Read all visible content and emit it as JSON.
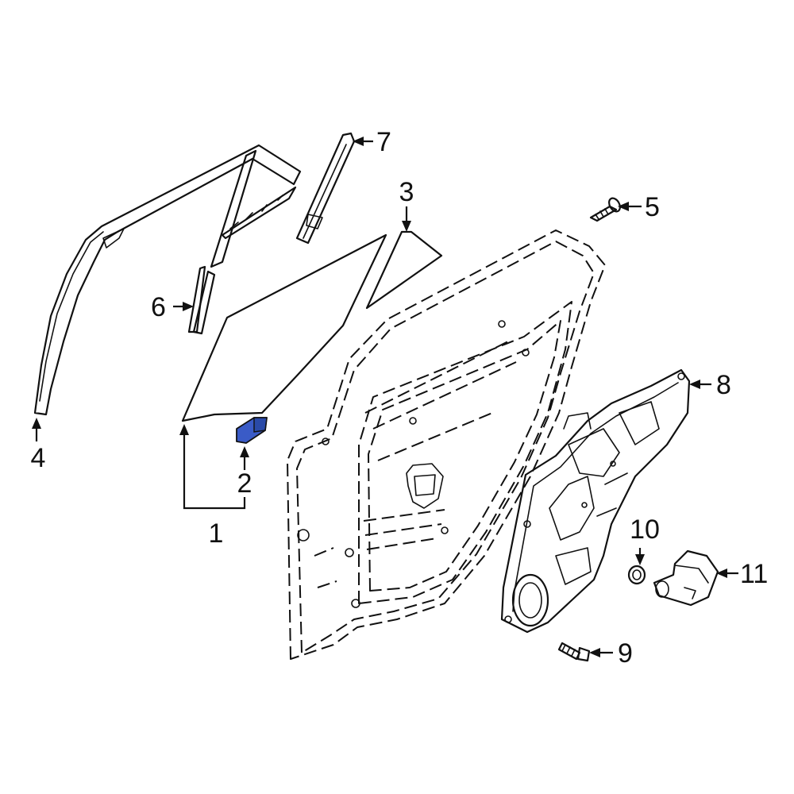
{
  "diagram": {
    "highlight_color": "#3a5bc7",
    "line_color": "#111111",
    "callouts": {
      "c1": "1",
      "c2": "2",
      "c3": "3",
      "c4": "4",
      "c5": "5",
      "c6": "6",
      "c7": "7",
      "c8": "8",
      "c9": "9",
      "c10": "10",
      "c11": "11"
    }
  }
}
